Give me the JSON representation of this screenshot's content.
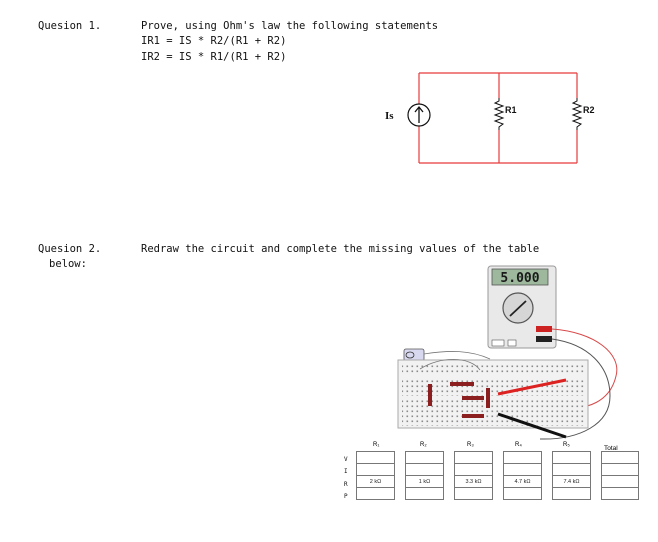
{
  "q1": {
    "label": "Quesion 1.",
    "statement": "Prove, using Ohm's law the following statements",
    "eq1": "IR1 = IS * R2/(R1 + R2)",
    "eq2": "IR2 = IS * R1/(R1 + R2)"
  },
  "circuit": {
    "source_label": "Is",
    "r1_label": "R1",
    "r2_label": "R2",
    "wire_color": "#e63b3b"
  },
  "q2": {
    "label": "Quesion 2.",
    "label2": "below:",
    "statement": "Redraw the circuit and complete the missing values of the table"
  },
  "meter": {
    "display": "5.000"
  },
  "table": {
    "headers": [
      "R₁",
      "R₂",
      "R₃",
      "R₄",
      "R₅",
      "Total"
    ],
    "row_labels": [
      "V",
      "I",
      "R",
      "P"
    ],
    "r_values": [
      "2 kΩ",
      "1 kΩ",
      "3.3 kΩ",
      "4.7 kΩ",
      "7.4 kΩ",
      ""
    ]
  }
}
